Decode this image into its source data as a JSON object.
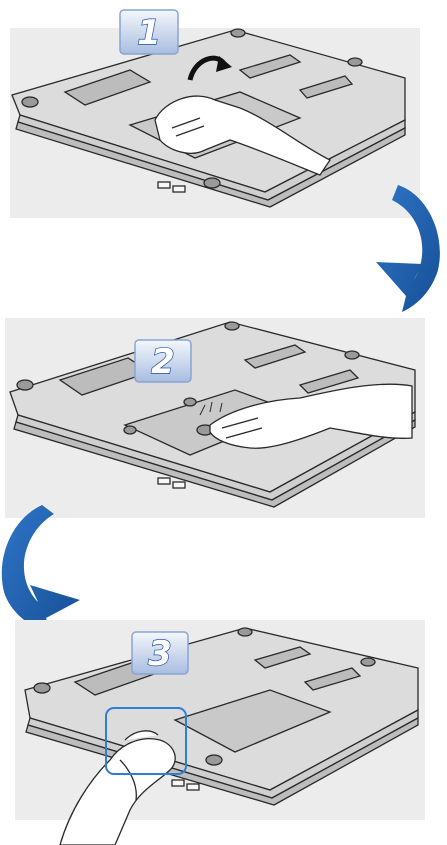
{
  "steps": [
    {
      "number": "1",
      "label": ""
    },
    {
      "number": "2",
      "label": ""
    },
    {
      "number": "3",
      "label": ""
    }
  ],
  "colors": {
    "arrow_blue": "#1f5fae",
    "badge_light": "#e6eef9",
    "badge_dark": "#7f9fd3",
    "panel_gray": "#ededed",
    "laptop_body": "#d9d9d9",
    "outline": "#2a2a2a",
    "highlight_box": "#2e7ed6"
  },
  "icons": [
    "curved-arrow-icon",
    "hand-icon",
    "laptop-bottom-icon"
  ]
}
